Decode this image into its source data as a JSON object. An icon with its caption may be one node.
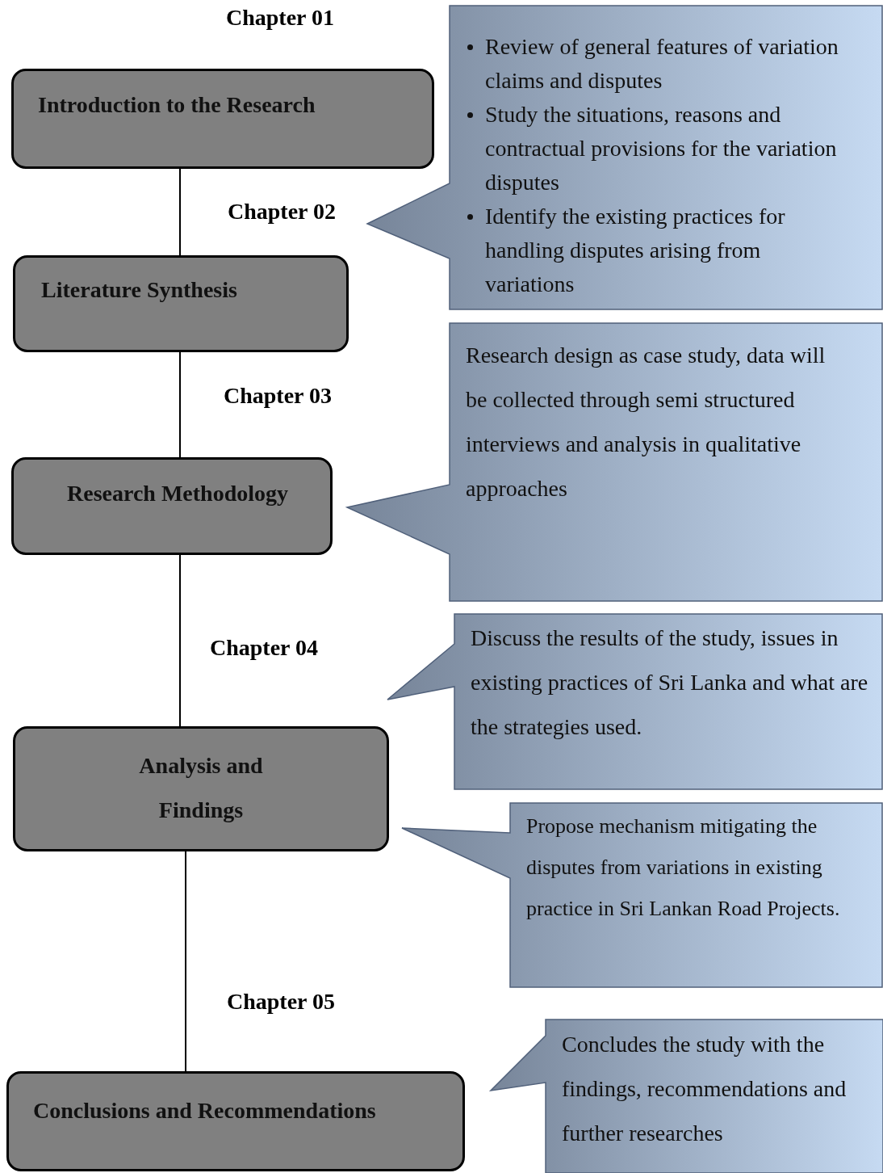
{
  "diagram": {
    "nodes": [
      {
        "text": [
          "Introduction to the Research"
        ]
      },
      {
        "text": [
          "Review of general features of variation claims and disputes",
          "Study the situations, reasons and contractual provisions for the variation disputes",
          "Identify the existing practices for handling disputes arising from variations"
        ]
      },
      {
        "text": [
          "Literature Synthesis"
        ]
      },
      {
        "text": [
          "Research design as case study, data will be collected through semi structured interviews and analysis in qualitative approaches"
        ]
      },
      {
        "text": [
          "Research Methodology"
        ]
      },
      {
        "text": [
          "Discuss the results of the study, issues in existing practices of Sri Lanka and what are the strategies used."
        ]
      },
      {
        "text": [
          "Analysis and Findings"
        ]
      },
      {
        "text": [
          "Propose mechanism mitigating the disputes from variations in existing practice in Sri Lankan Road Projects."
        ]
      },
      {
        "text": [
          "Conclusions and Recommendations"
        ]
      },
      {
        "text": [
          "Concludes the study with the findings, recommendations and further researches"
        ]
      }
    ],
    "edges": [
      {
        "from": 0,
        "to": 2,
        "arrow": "none"
      },
      {
        "from": 2,
        "to": 4,
        "arrow": "none"
      },
      {
        "from": 4,
        "to": 6,
        "arrow": "none"
      },
      {
        "from": 6,
        "to": 8,
        "arrow": "none"
      }
    ],
    "labels": [
      "Chapter 01",
      "Chapter 02",
      "Chapter 03",
      "Chapter 04",
      "Chapter 05"
    ]
  }
}
